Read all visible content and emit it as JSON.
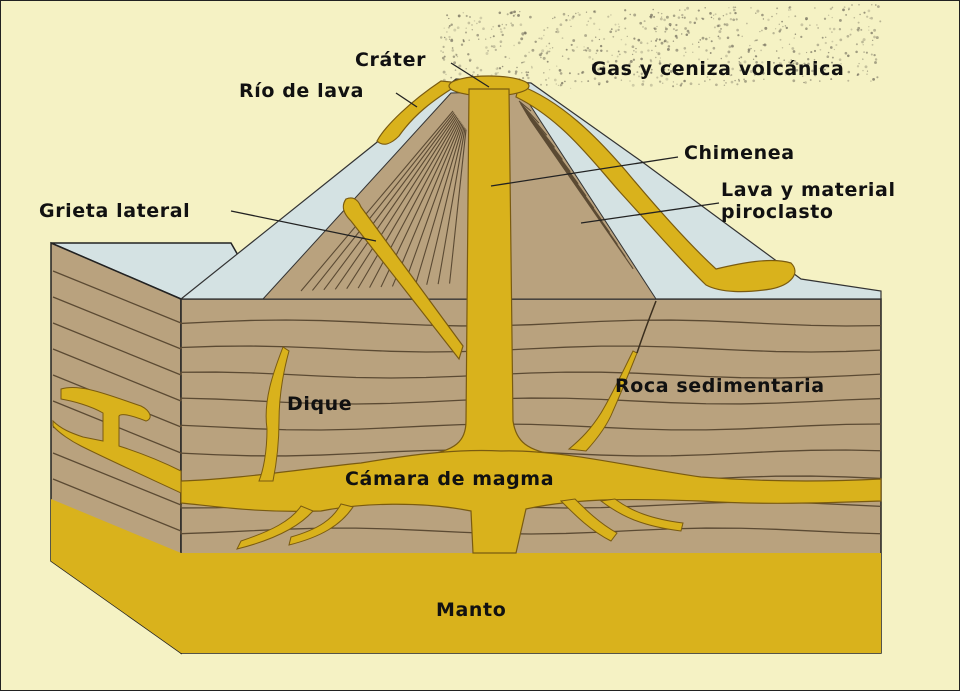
{
  "colors": {
    "background": "#f5f2c4",
    "magma": "#d9b21c",
    "magma_dark": "#8a6a10",
    "rock": "#b9a27e",
    "rock_line": "#5b4a33",
    "snow": "#d4e2e3",
    "ash": "#6f6a5a"
  },
  "labels": {
    "crater": "Cráter",
    "gas_ash": "Gas y ceniza volcánica",
    "lava_river": "Río de lava",
    "chimney": "Chimenea",
    "lava_material": "Lava y material\npiroclasto",
    "side_fissure": "Grieta lateral",
    "dike": "Dique",
    "sedimentary_rock": "Roca sedimentaria",
    "magma_chamber": "Cámara de magma",
    "mantle": "Manto"
  }
}
